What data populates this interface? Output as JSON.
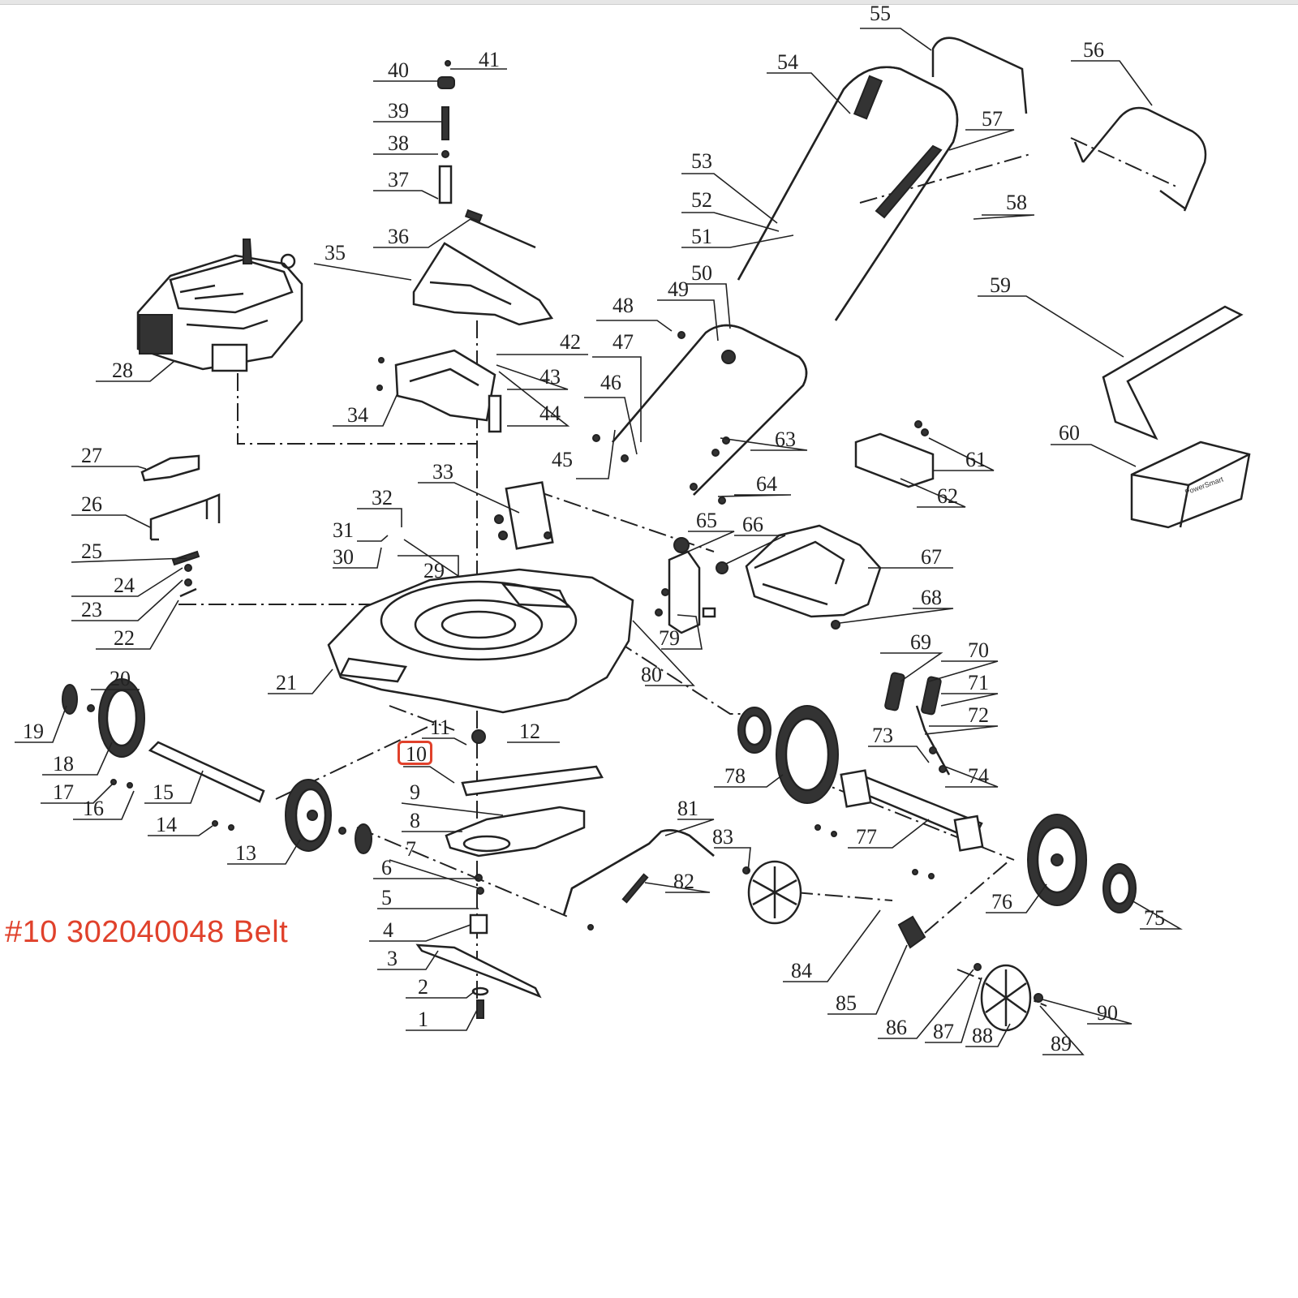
{
  "diagram": {
    "part_numbers": [
      "1",
      "2",
      "3",
      "4",
      "5",
      "6",
      "7",
      "8",
      "9",
      "10",
      "11",
      "12",
      "13",
      "14",
      "15",
      "16",
      "17",
      "18",
      "19",
      "20",
      "21",
      "22",
      "23",
      "24",
      "25",
      "26",
      "27",
      "28",
      "29",
      "30",
      "31",
      "32",
      "33",
      "34",
      "35",
      "36",
      "37",
      "38",
      "39",
      "40",
      "41",
      "42",
      "43",
      "44",
      "45",
      "46",
      "47",
      "48",
      "49",
      "50",
      "51",
      "52",
      "53",
      "54",
      "55",
      "56",
      "57",
      "58",
      "59",
      "60",
      "61",
      "62",
      "63",
      "64",
      "65",
      "66",
      "67",
      "68",
      "69",
      "70",
      "71",
      "72",
      "73",
      "74",
      "75",
      "76",
      "77",
      "78",
      "79",
      "80",
      "81",
      "82",
      "83",
      "84",
      "85",
      "86",
      "87",
      "88",
      "89",
      "90"
    ],
    "highlighted_part": "10",
    "bag_logo_text": "PowerSmart"
  },
  "caption": "#10 302040048 Belt",
  "colors": {
    "highlight": "#e0412b",
    "line": "#222222",
    "background": "#ffffff"
  }
}
